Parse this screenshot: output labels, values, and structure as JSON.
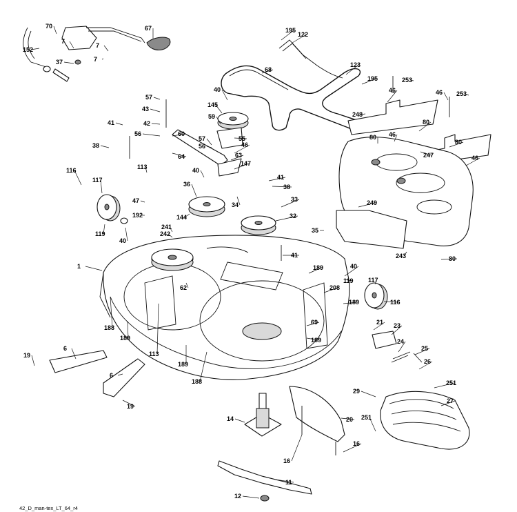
{
  "footer": "42_D_man-tex_LT_64_r4",
  "labels": [
    "70",
    "67",
    "152",
    "7",
    "37",
    "7",
    "7",
    "195",
    "122",
    "68",
    "123",
    "195",
    "253",
    "46",
    "46",
    "253",
    "57",
    "40",
    "145",
    "43",
    "59",
    "248",
    "42",
    "56",
    "60",
    "55",
    "56",
    "80",
    "46",
    "80",
    "41",
    "38",
    "64",
    "57",
    "46",
    "247",
    "80",
    "116",
    "113",
    "147",
    "63",
    "40",
    "41",
    "46",
    "117",
    "36",
    "38",
    "34",
    "47",
    "33",
    "249",
    "192",
    "144",
    "32",
    "35",
    "119",
    "40",
    "241",
    "242",
    "41",
    "243",
    "80",
    "1",
    "189",
    "40",
    "119",
    "117",
    "208",
    "62",
    "189",
    "116",
    "69",
    "188",
    "189",
    "21",
    "23",
    "189",
    "113",
    "24",
    "25",
    "19",
    "6",
    "189",
    "188",
    "26",
    "6",
    "29",
    "251",
    "27",
    "19",
    "14",
    "20",
    "251",
    "16",
    "16",
    "11",
    "12"
  ]
}
